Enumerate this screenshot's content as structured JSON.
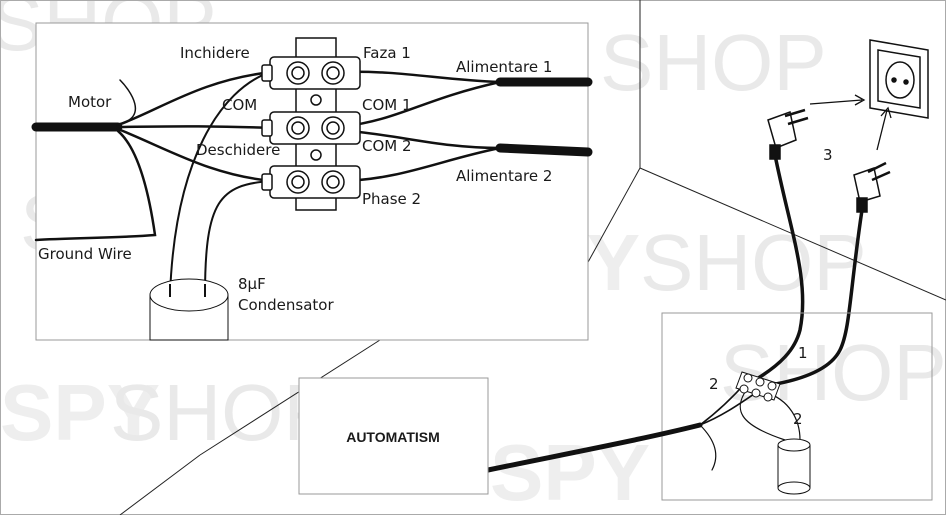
{
  "watermark": {
    "brand": "SPY",
    "suffix": "SHOP"
  },
  "detail": {
    "terminal_labels": {
      "open": "Inchidere",
      "com": "COM",
      "close": "Deschidere",
      "phase1": "Faza 1",
      "com1": "COM 1",
      "com2": "COM 2",
      "phase2": "Phase 2"
    },
    "motor": "Motor",
    "supply1": "Alimentare 1",
    "supply2": "Alimentare 2",
    "ground": "Ground Wire",
    "capacitor_value": "8μF",
    "capacitor_name": "Condensator"
  },
  "scene": {
    "automatism": "AUTOMATISM",
    "step1": "1",
    "step2_left": "2",
    "step2_right": "2",
    "step3": "3"
  },
  "colors": {
    "wire": "#111111",
    "line": "#222222",
    "frame": "#999999",
    "watermark": "#e6e6e6"
  }
}
